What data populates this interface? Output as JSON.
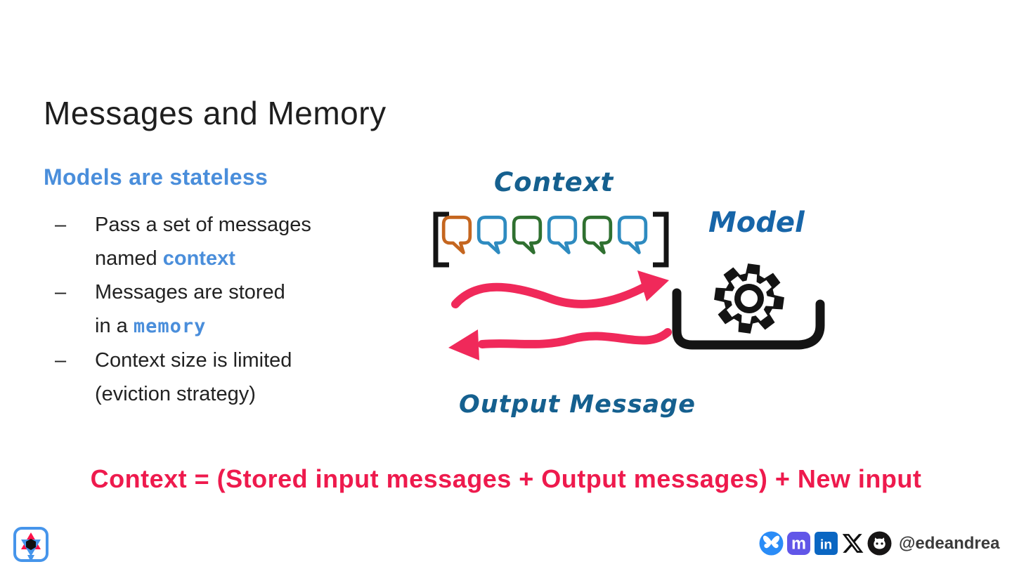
{
  "slide": {
    "title": "Messages and Memory",
    "heading": "Models are stateless",
    "bullet_marker": "–",
    "bullets": [
      {
        "lines": [
          [
            {
              "t": "Pass a set of messages",
              "s": "n"
            }
          ],
          [
            {
              "t": "named ",
              "s": "n"
            },
            {
              "t": "context",
              "s": "a"
            }
          ]
        ]
      },
      {
        "lines": [
          [
            {
              "t": "Messages are stored",
              "s": "n"
            }
          ],
          [
            {
              "t": "in a ",
              "s": "n"
            },
            {
              "t": "memory",
              "s": "m"
            }
          ]
        ]
      },
      {
        "lines": [
          [
            {
              "t": "Context size is limited",
              "s": "n"
            }
          ],
          [
            {
              "t": "(eviction strategy)",
              "s": "n"
            }
          ]
        ]
      }
    ],
    "formula": "Context = (Stored input messages + Output messages) + New input"
  },
  "diagram": {
    "context_label": "Context",
    "model_label": "Model",
    "output_label": "Output Message",
    "bubble_colors": [
      "#c5661f",
      "#2e8bc0",
      "#2f7030",
      "#2e8bc0",
      "#2f7030",
      "#2e8bc0"
    ]
  },
  "footer": {
    "handle": "@edeandrea",
    "social_icons": [
      "bluesky-icon",
      "mastodon-icon",
      "linkedin-icon",
      "x-icon",
      "github-icon"
    ],
    "linkedin_text": "in",
    "mastodon_text": "m"
  },
  "colors": {
    "ink": "#1e1e1e",
    "accent": "#4a8edb",
    "hand": "#15608f",
    "hand2": "#1765a8",
    "arrow": "#f0295a",
    "red": "#ee1a4d",
    "black": "#141414"
  }
}
